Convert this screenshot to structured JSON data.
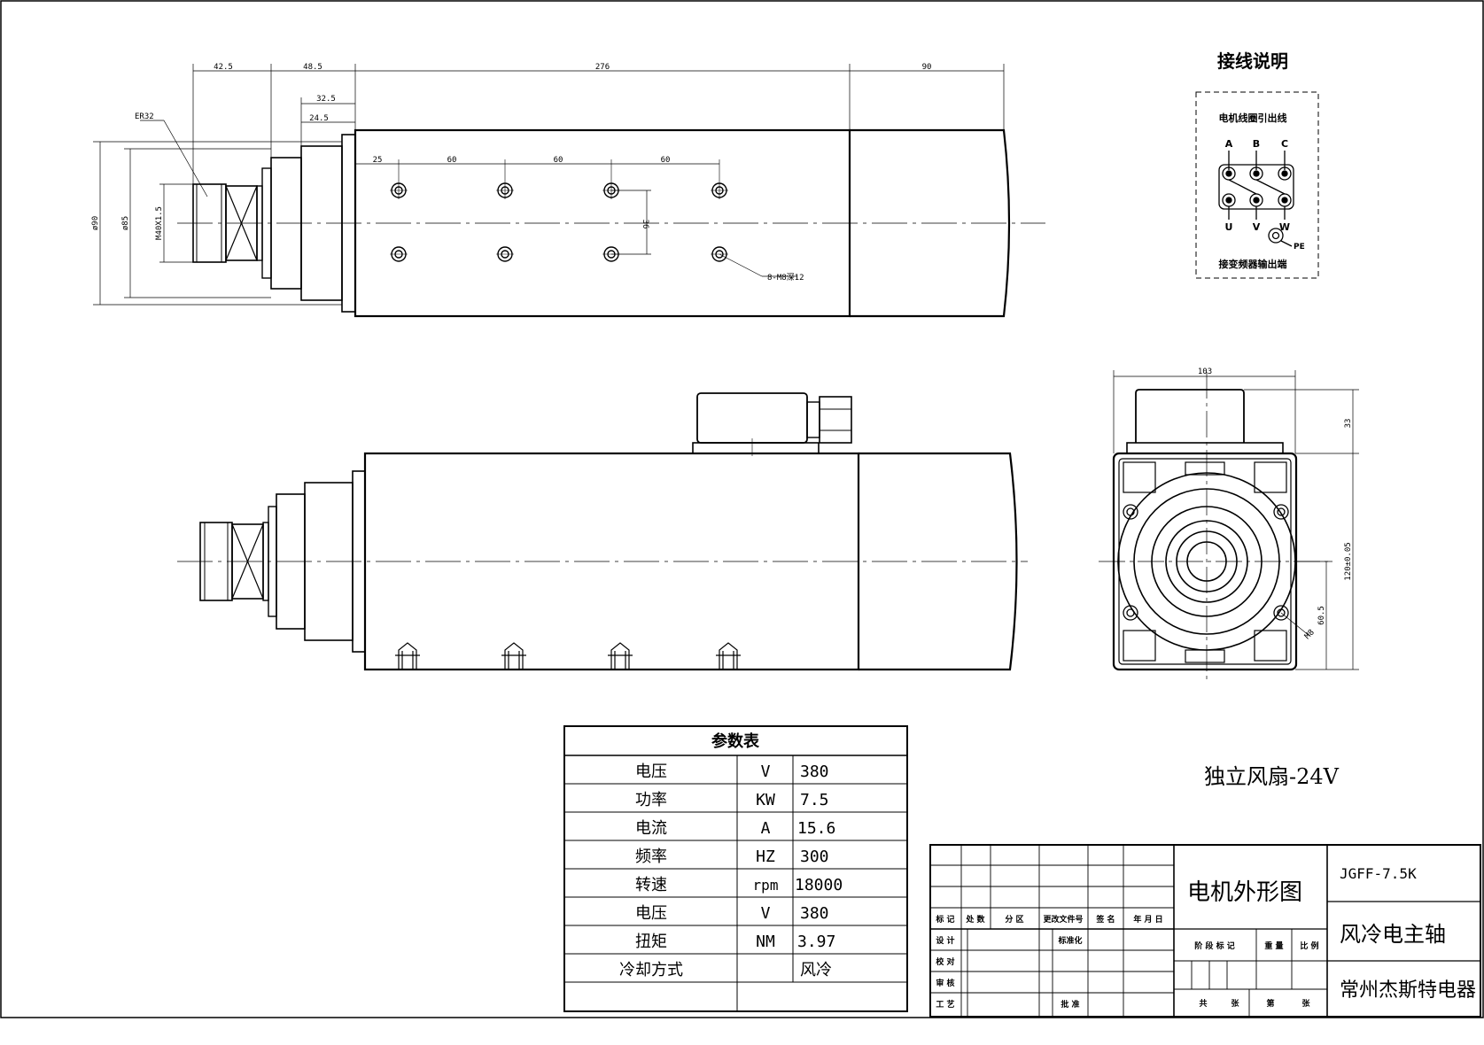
{
  "dimensions_top": {
    "d_42_5": "42.5",
    "d_48_5": "48.5",
    "d_276": "276",
    "d_90": "90",
    "d_32_5": "32.5",
    "d_24_5": "24.5",
    "d_25": "25",
    "d_60_a": "60",
    "d_60_b": "60",
    "d_60_c": "60",
    "d_36": "36",
    "er32": "ER32",
    "phi90": "ø90",
    "phi85": "ø85",
    "m40": "M40X1.5",
    "holes_note": "8-M8深12"
  },
  "dimensions_end": {
    "d_103": "103",
    "d_33": "33",
    "d_120": "120±0.05",
    "d_60_5": "60.5",
    "m8_label": "M8"
  },
  "wiring": {
    "title": "接线说明",
    "header": "电机线圈引出线",
    "top_labels": [
      "A",
      "B",
      "C"
    ],
    "bottom_labels": [
      "U",
      "V",
      "W"
    ],
    "pe": "PE",
    "footer": "接变频器输出端"
  },
  "fan_note": "独立风扇-24V",
  "param_table": {
    "title": "参数表",
    "rows": [
      {
        "name": "电压",
        "unit": "V",
        "value": "380"
      },
      {
        "name": "功率",
        "unit": "KW",
        "value": "7.5"
      },
      {
        "name": "电流",
        "unit": "A",
        "value": "15.6"
      },
      {
        "name": "频率",
        "unit": "HZ",
        "value": "300"
      },
      {
        "name": "转速",
        "unit": "rpm",
        "value": "18000"
      },
      {
        "name": "电压",
        "unit": "V",
        "value": "380"
      },
      {
        "name": "扭矩",
        "unit": "NM",
        "value": "3.97"
      },
      {
        "name": "冷却方式",
        "unit": "",
        "value": "风冷"
      }
    ]
  },
  "title_block": {
    "drawing_name": "电机外形图",
    "model": "JGFF-7.5K",
    "product": "风冷电主轴",
    "company": "常州杰斯特电器",
    "rev_headers": [
      "标 记",
      "处 数",
      "分  区",
      "更改文件号",
      "签 名",
      "年 月 日"
    ],
    "sign_rows": [
      "设 计",
      "校 对",
      "审 核",
      "工 艺"
    ],
    "standardize": "标准化",
    "approve": "批 准",
    "stage_mark": "阶 段 标 记",
    "weight": "重 量",
    "scale": "比 例",
    "total_sheets": "共",
    "sheet_unit": "张",
    "page_no": "第",
    "page_unit": "张"
  }
}
